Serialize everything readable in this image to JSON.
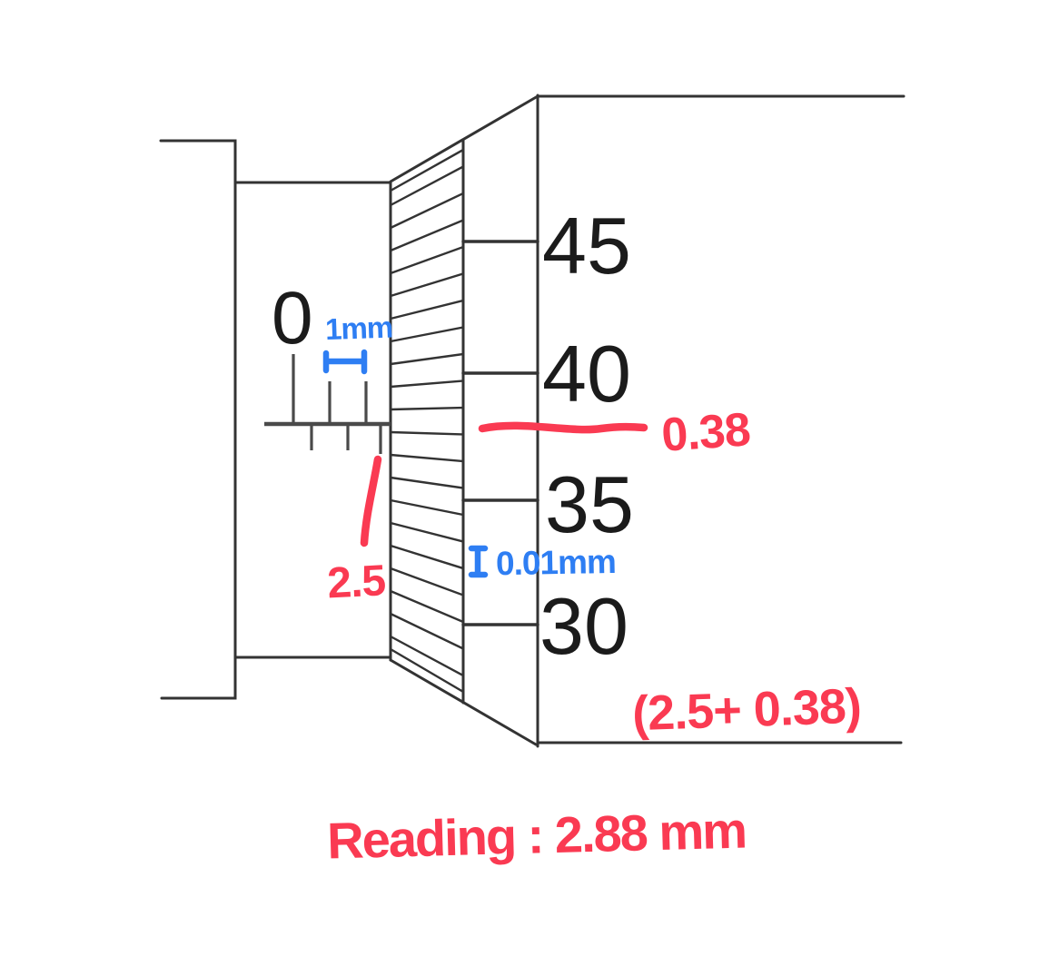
{
  "figure": {
    "type": "micrometer-reading-diagram"
  },
  "main_scale": {
    "zero_label": "0",
    "mm_note": "1mm",
    "half_mm_value": "2.5"
  },
  "thimble_scale": {
    "tick_labels": [
      "45",
      "40",
      "35",
      "30"
    ],
    "division_note": "0.01mm",
    "fraction_value": "0.38"
  },
  "annotation": {
    "sum_expression": "(2.5+ 0.38)",
    "reading_text": "Reading : 2.88 mm"
  },
  "colors": {
    "ink": "#333333",
    "number_ink": "#1b1b1b",
    "tick_ink": "#4a4a4a",
    "annotation_red": "#fa3a52",
    "annotation_blue": "#2e7ef3"
  }
}
